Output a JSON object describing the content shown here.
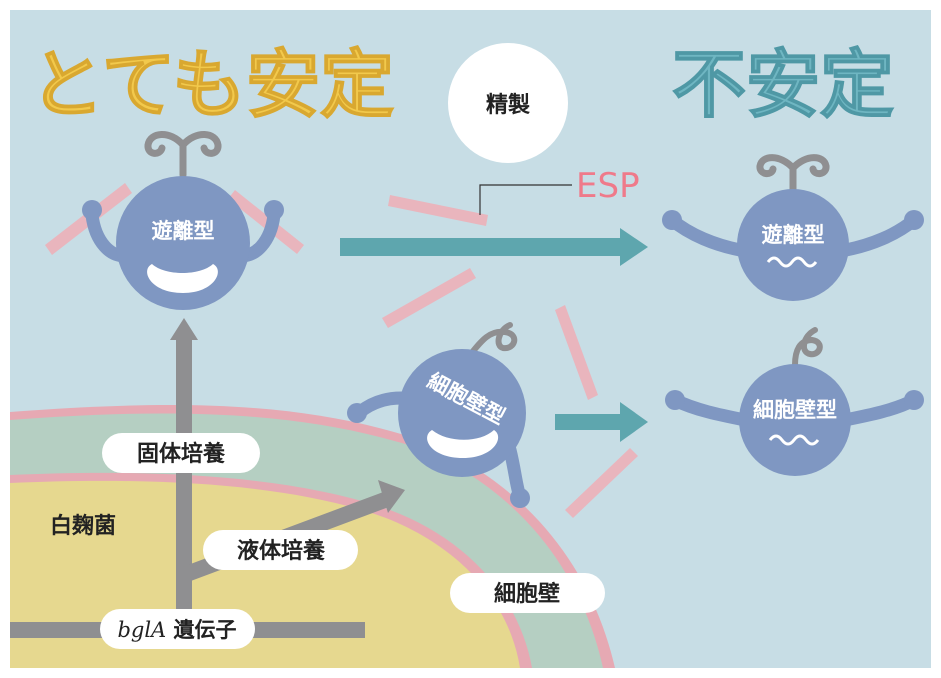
{
  "titles": {
    "stable": "とても安定",
    "unstable": "不安定"
  },
  "labels": {
    "purification": "精製",
    "esp": "ESP",
    "free_type": "遊離型",
    "wall_type": "細胞壁型",
    "koji": "白麹菌",
    "solid_culture": "固体培養",
    "liquid_culture": "液体培養",
    "cell_wall": "細胞壁",
    "gene_italic": "bglA",
    "gene_rest": " 遺伝子",
    "wave": "〜〜"
  },
  "colors": {
    "background": "#c7dde5",
    "stable_title": "#f2c94c",
    "unstable_title": "#6fb6c2",
    "creature": "#7f97c2",
    "arrow_gray": "#8f8f91",
    "arrow_teal": "#5ea6ae",
    "esp_pink": "#e9b5bd",
    "koji_yellow": "#e6d88f",
    "wall_green": "#b5cfc2",
    "wall_pink": "#e6a9b3"
  }
}
